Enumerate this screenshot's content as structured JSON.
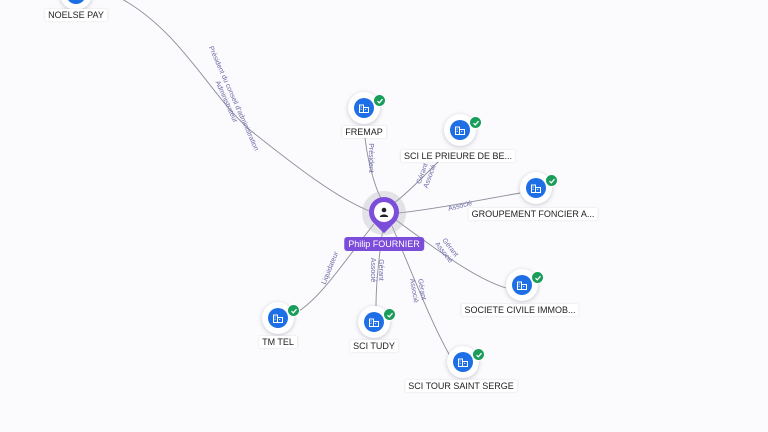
{
  "center": {
    "label": "Philip FOURNIER",
    "icon": "person-icon",
    "color": "#7c4ddb"
  },
  "nodes": [
    {
      "id": "noelse",
      "label": "NOELSE PAY",
      "icon": "building-icon",
      "verified": false
    },
    {
      "id": "fremap",
      "label": "FREMAP",
      "icon": "building-icon",
      "verified": true
    },
    {
      "id": "prieure",
      "label": "SCI LE PRIEURE DE BE...",
      "icon": "building-icon",
      "verified": true
    },
    {
      "id": "groupement",
      "label": "GROUPEMENT FONCIER A...",
      "icon": "building-icon",
      "verified": true
    },
    {
      "id": "societe",
      "label": "SOCIETE CIVILE IMMOB...",
      "icon": "building-icon",
      "verified": true
    },
    {
      "id": "tourserge",
      "label": "SCI TOUR SAINT SERGE",
      "icon": "building-icon",
      "verified": true
    },
    {
      "id": "tudy",
      "label": "SCI TUDY",
      "icon": "building-icon",
      "verified": true
    },
    {
      "id": "tmtel",
      "label": "TM TEL",
      "icon": "building-icon",
      "verified": true
    }
  ],
  "edges": [
    {
      "to": "noelse",
      "lines": [
        "Président du conseil d'administration",
        "Administrateur"
      ]
    },
    {
      "to": "fremap",
      "lines": [
        "Président"
      ]
    },
    {
      "to": "prieure",
      "lines": [
        "Gérant",
        "Associé"
      ]
    },
    {
      "to": "groupement",
      "lines": [
        "Associé"
      ]
    },
    {
      "to": "societe",
      "lines": [
        "Gérant",
        "Associé"
      ]
    },
    {
      "to": "tourserge",
      "lines": [
        "Gérant",
        "Associé"
      ]
    },
    {
      "to": "tudy",
      "lines": [
        "Gérant",
        "Associé"
      ]
    },
    {
      "to": "tmtel",
      "lines": [
        "Liquidateur"
      ]
    }
  ],
  "colors": {
    "company": "#1e6fe6",
    "verified": "#1a9c5a",
    "edge_label": "#6e6aa8"
  }
}
